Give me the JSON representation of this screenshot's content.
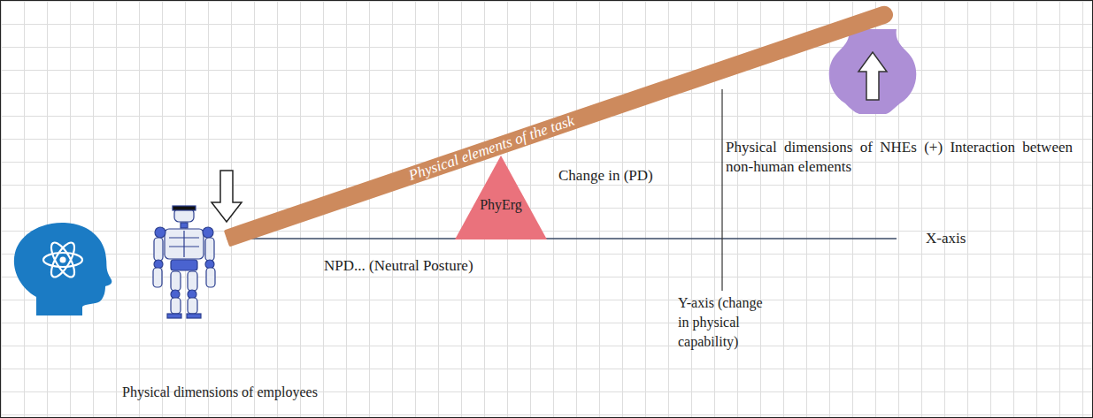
{
  "diagram": {
    "nodes": [
      {
        "text": [
          "Physical elements of the task"
        ]
      },
      {
        "text": [
          "PhyErg"
        ]
      }
    ],
    "labels": [
      "Change in (PD)",
      "Physical dimensions of NHEs (+) Interaction between non-human elements",
      "X-axis",
      "NPD... (Neutral Posture)",
      "Y-axis (change in physical capability)",
      "Physical dimensions of employees"
    ]
  }
}
